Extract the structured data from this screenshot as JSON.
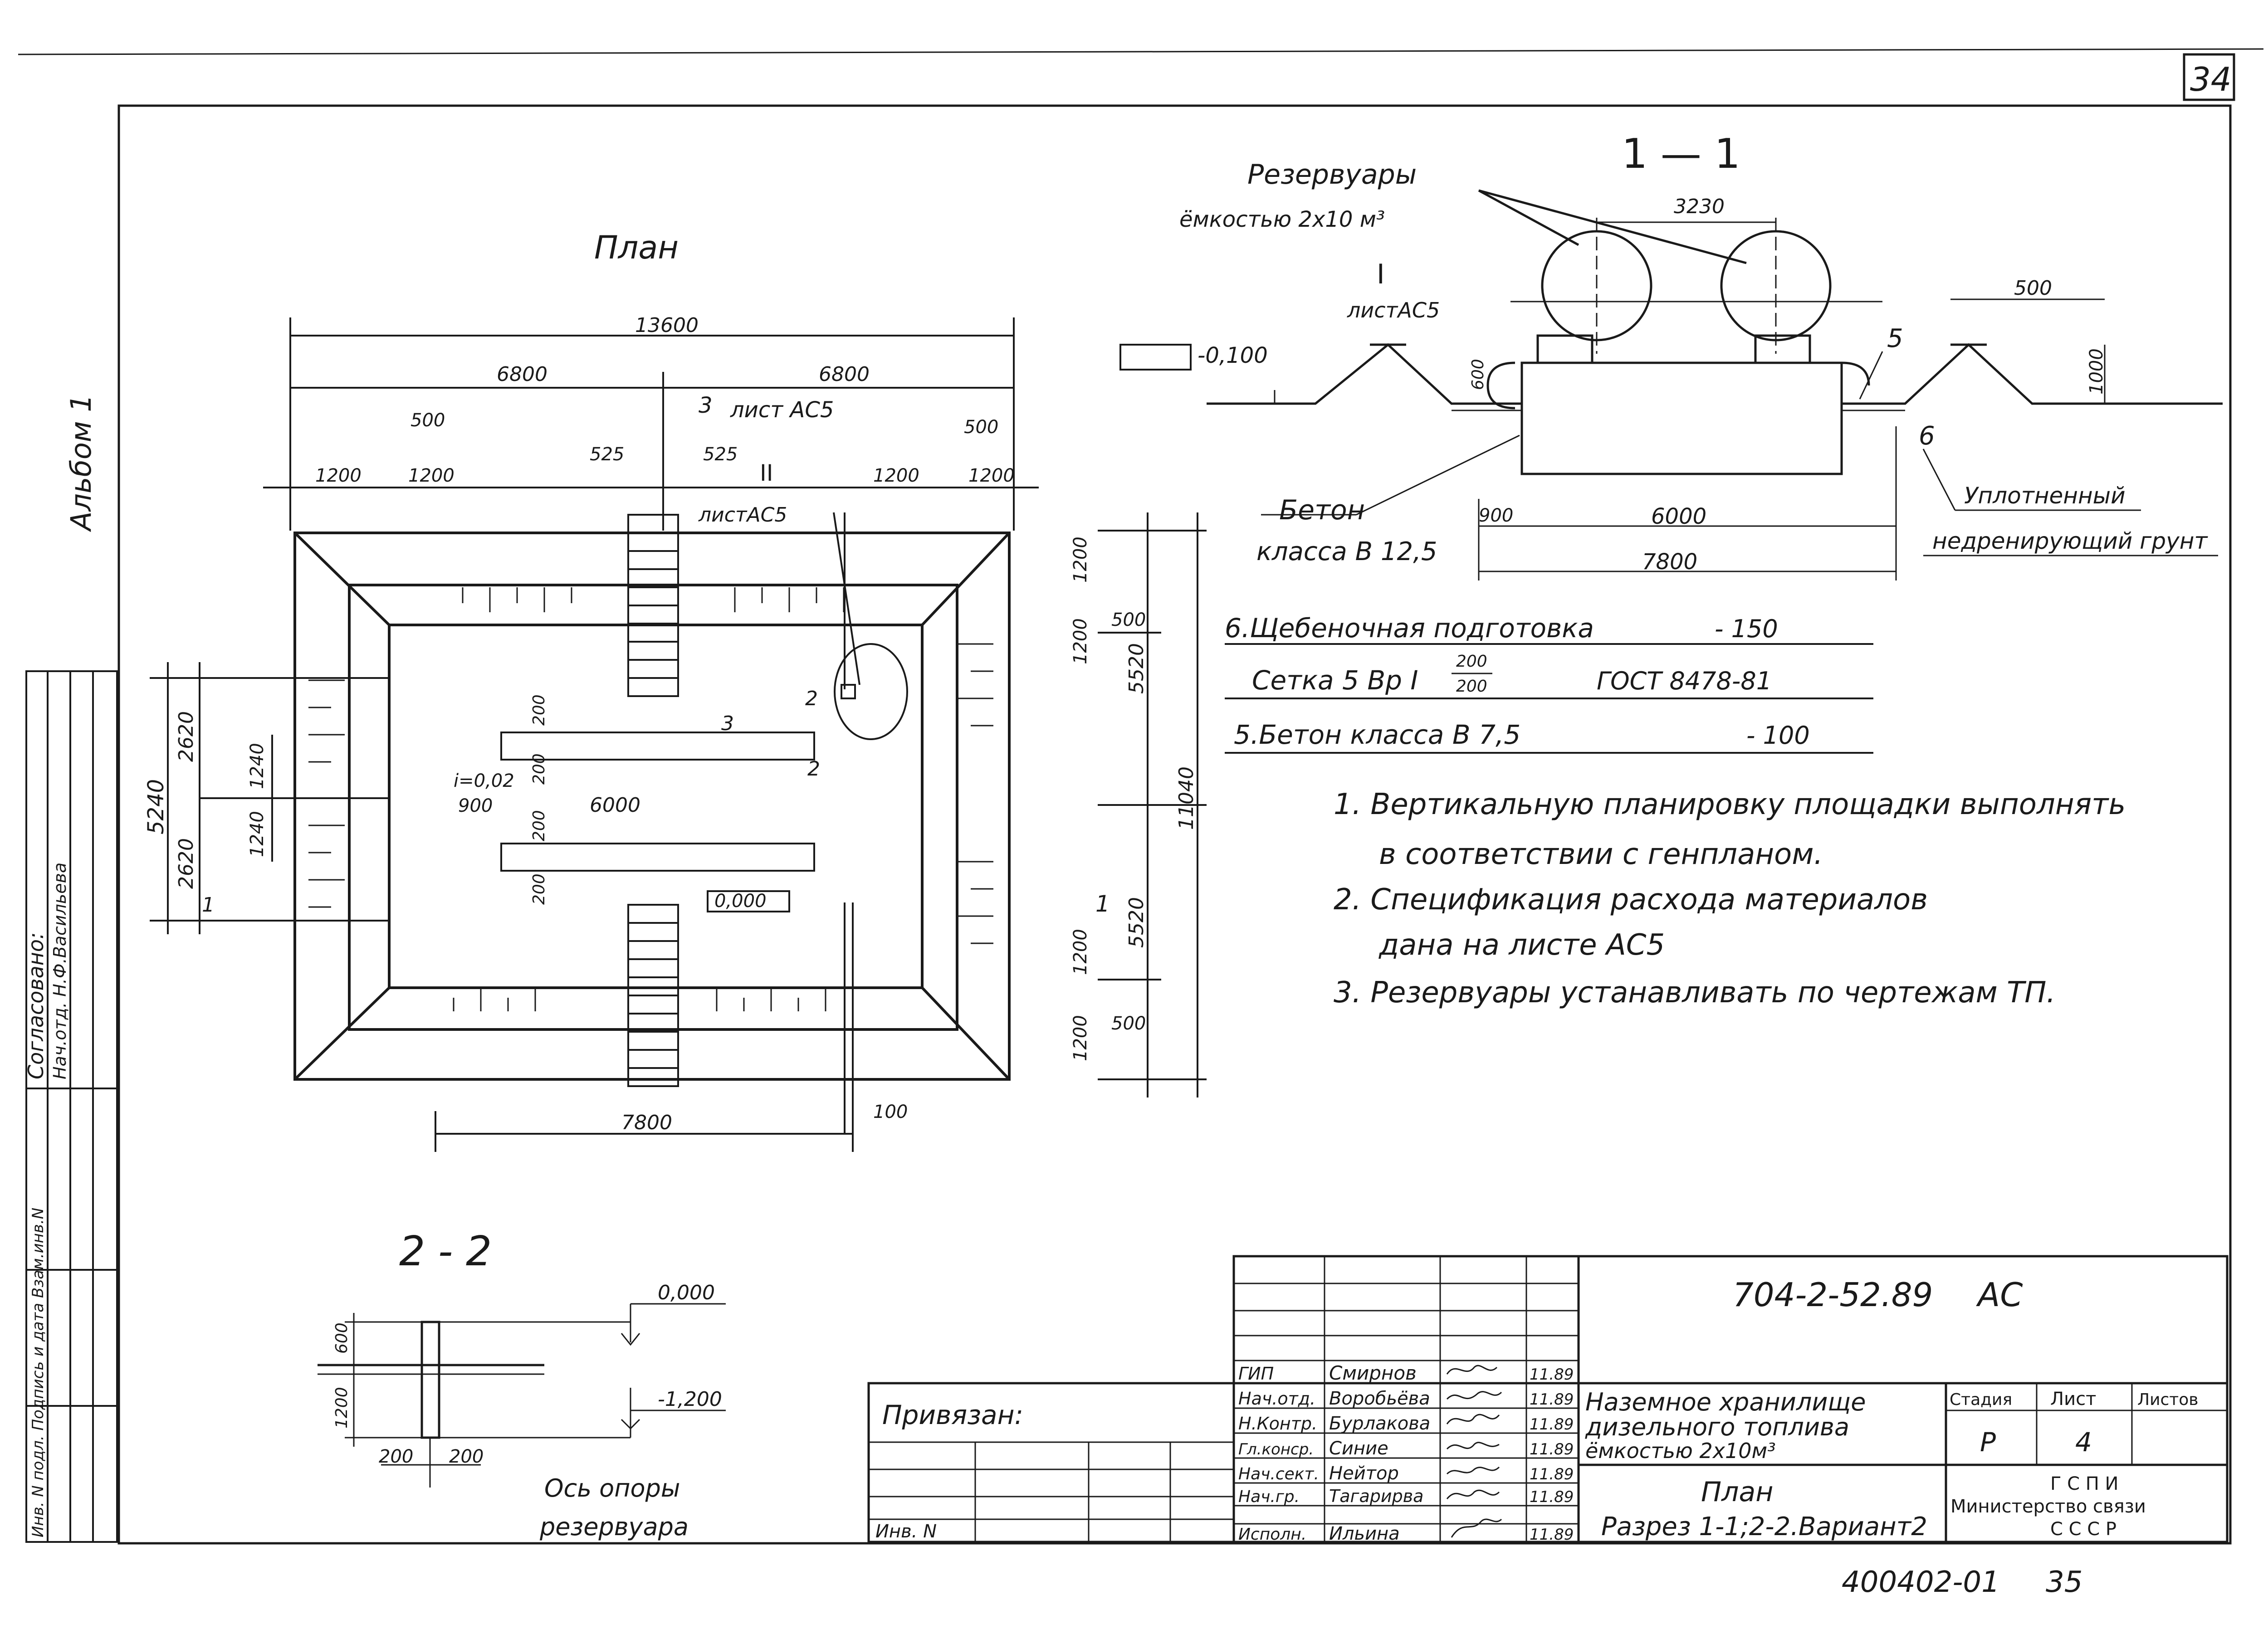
{
  "sheet_corner_number": "34",
  "album_label": "Альбом 1",
  "plan": {
    "title": "План",
    "dim_total": "13600",
    "dim_half_left": "6800",
    "dim_half_right": "6800",
    "dim_500_top_left": "500",
    "dim_500_top_right": "500",
    "dim_1200_a": "1200",
    "dim_1200_b": "1200",
    "dim_1200_c": "1200",
    "dim_1200_d": "1200",
    "dim_525_a": "525",
    "dim_525_b": "525",
    "cut3_num": "3",
    "cut3_ref": "лист АС5",
    "cut2_roman": "II",
    "cut2_ref": "листАС5",
    "right_1200_top": "1200",
    "right_1200_mid": "1200",
    "right_500_top": "500",
    "right_5520_top": "5520",
    "right_11040": "11040",
    "right_5520_bot": "5520",
    "right_1200_lower": "1200",
    "right_1200_bottom": "1200",
    "right_500_bot": "500",
    "left_5240": "5240",
    "left_2620_top": "2620",
    "left_2620_bot": "2620",
    "left_1240_top": "1240",
    "left_1240_bot": "1240",
    "inner_200_a": "200",
    "inner_200_b": "200",
    "inner_200_c": "200",
    "inner_200_d": "200",
    "slope": "i=0,02",
    "dim_900": "900",
    "dim_6000": "6000",
    "elevation": "0,000",
    "cut1_left": "1",
    "cut1_right": "1",
    "cut2_mark_a": "2",
    "cut2_mark_b": "2",
    "cut3_mark": "3",
    "bottom_7800": "7800",
    "bottom_100": "100"
  },
  "section_1_1": {
    "title": "1 — 1",
    "tanks_label_1": "Резервуары",
    "tanks_label_2": "ёмкостью  2х10 м³",
    "dim_3230": "3230",
    "dim_500": "500",
    "roman_1": "I",
    "ref_sheet": "листАС5",
    "level_mark": "-0,100",
    "dim_600": "600",
    "dim_1000": "1000",
    "callout_5": "5",
    "callout_6": "6",
    "concrete_1": "Бетон",
    "concrete_2": "класса В 12,5",
    "dim_900": "900",
    "dim_6000": "6000",
    "dim_7800": "7800",
    "soil_1": "Уплотненный",
    "soil_2": "недренирующий грунт"
  },
  "layers": [
    {
      "label": "6.Щебеночная подготовка",
      "value": "- 150"
    },
    {
      "label": "Сетка  5 Вр I",
      "frac_top": "200",
      "frac_bot": "200",
      "value": "ГОСТ 8478-81"
    },
    {
      "label": "5.Бетон  класса  В 7,5",
      "value": "- 100"
    }
  ],
  "notes": [
    "1.  Вертикальную планировку площадки выполнять",
    "в соответствии с генпланом.",
    "2.  Спецификация расхода материалов",
    "дана  на  листе АС5",
    "3.  Резервуары устанавливать по чертежам ТП."
  ],
  "section_2_2": {
    "title": "2 - 2",
    "level_top": "0,000",
    "level_bot": "-1,200",
    "dim_600": "600",
    "dim_1200": "1200",
    "dim_200_a": "200",
    "dim_200_b": "200",
    "axis_1": "Ось  опоры",
    "axis_2": "резервуара"
  },
  "side_stamp": {
    "agreed": "Согласовано:",
    "row_1": "Нач.отд. Н.Ф.Васильева",
    "row_2": "Инв. N подл.   Подпись и дата   Взам.инв.N"
  },
  "title_block": {
    "code": "704-2-52.89",
    "mark": "АС",
    "bound": "Привязан:",
    "inv": "Инв. N",
    "roles": [
      "ГИП",
      "Нач.отд.",
      "Н.Контр.",
      "Гл.конср.",
      "Нач.сект.",
      "Нач.гр.",
      "Исполн."
    ],
    "names": [
      "Смирнов",
      "Воробьёва",
      "Бурлакова",
      "Синие",
      "Нейтор",
      "Тагарирва",
      "Ильина"
    ],
    "dates": [
      "11.89",
      "11.89",
      "11.89",
      "11.89",
      "11.89",
      "11.89",
      "11.89"
    ],
    "object_1": "Наземное  хранилище",
    "object_2": "дизельного  топлива",
    "object_3": "ёмкостью 2х10м³",
    "stage_h": "Стадия",
    "sheet_h": "Лист",
    "sheets_h": "Листов",
    "stage": "Р",
    "sheet": "4",
    "sheet_title_1": "План",
    "sheet_title_2": "Разрез  1-1;2-2.Вариант2",
    "org_1": "Г С П И",
    "org_2": "Министерство связи",
    "org_3": "С С С Р"
  },
  "footer": {
    "doc_number": "400402-01",
    "page": "35"
  }
}
